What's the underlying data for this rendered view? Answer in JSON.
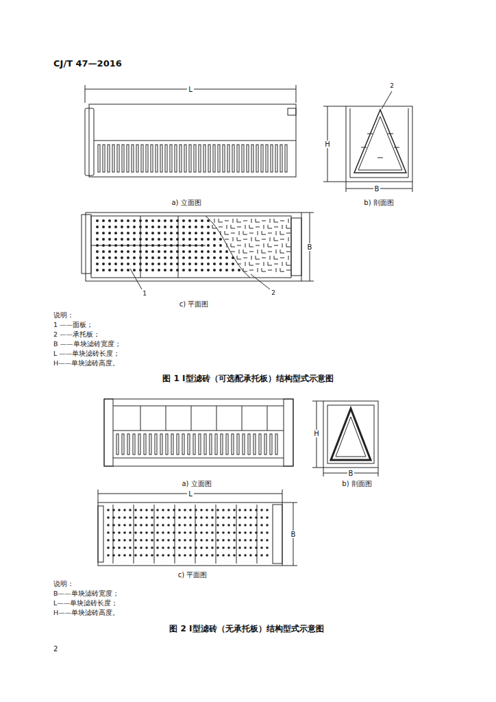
{
  "diagram": {
    "labels": [
      "CJ/T 47—2016",
      "L",
      "2",
      "H",
      "B",
      "a) 立面图",
      "b) 剖面图",
      "B",
      "1",
      "2",
      "c) 平面图",
      "说明：",
      "1 ——面板；",
      "2 ——承托板；",
      "B ——单块滤砖宽度；",
      "L ——单块滤砖长度；",
      "H——单块滤砖高度。",
      "图 1 Ⅰ型滤砖（可选配承托板）结构型式示意图",
      "H",
      "B",
      "a) 立面图",
      "b) 剖面图",
      "L",
      "B",
      "c) 平面图",
      "说明：",
      "B——单块滤砖宽度；",
      "L——单块滤砖长度；",
      "H——单块滤砖高度。",
      "图 2 Ⅰ型滤砖（无承托板）结构型式示意图",
      "2"
    ]
  }
}
